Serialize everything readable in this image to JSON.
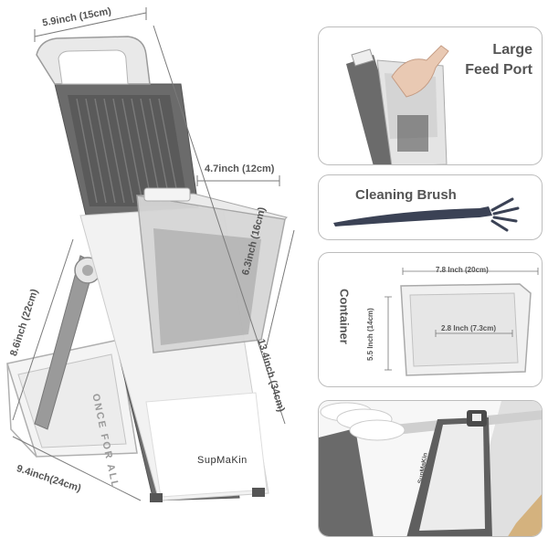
{
  "dimensions": {
    "top_width": "5.9inch (15cm)",
    "feed_width": "4.7inch (12cm)",
    "chute_height": "6.3inch (16cm)",
    "total_height": "13.4inch (34cm)",
    "side_height": "8.6inch (22cm)",
    "base_length": "9.4inch(24cm)"
  },
  "product": {
    "brand": "SupMaKin",
    "side_print": "ONCE FOR ALL",
    "drawer_brand": "SupMaKin"
  },
  "panels": {
    "feed_port": {
      "line1": "Large",
      "line2": "Feed Port"
    },
    "brush": {
      "label": "Cleaning Brush"
    },
    "container": {
      "label": "Container",
      "width": "7.8 Inch (20cm)",
      "height": "5.5 Inch (14cm)",
      "inner": "2.8 Inch (7.3cm)"
    }
  },
  "colors": {
    "body_gray": "#6b6b6b",
    "dark_gray": "#4a4a4a",
    "light_gray": "#e8e8e8",
    "brush_navy": "#3b4255"
  }
}
